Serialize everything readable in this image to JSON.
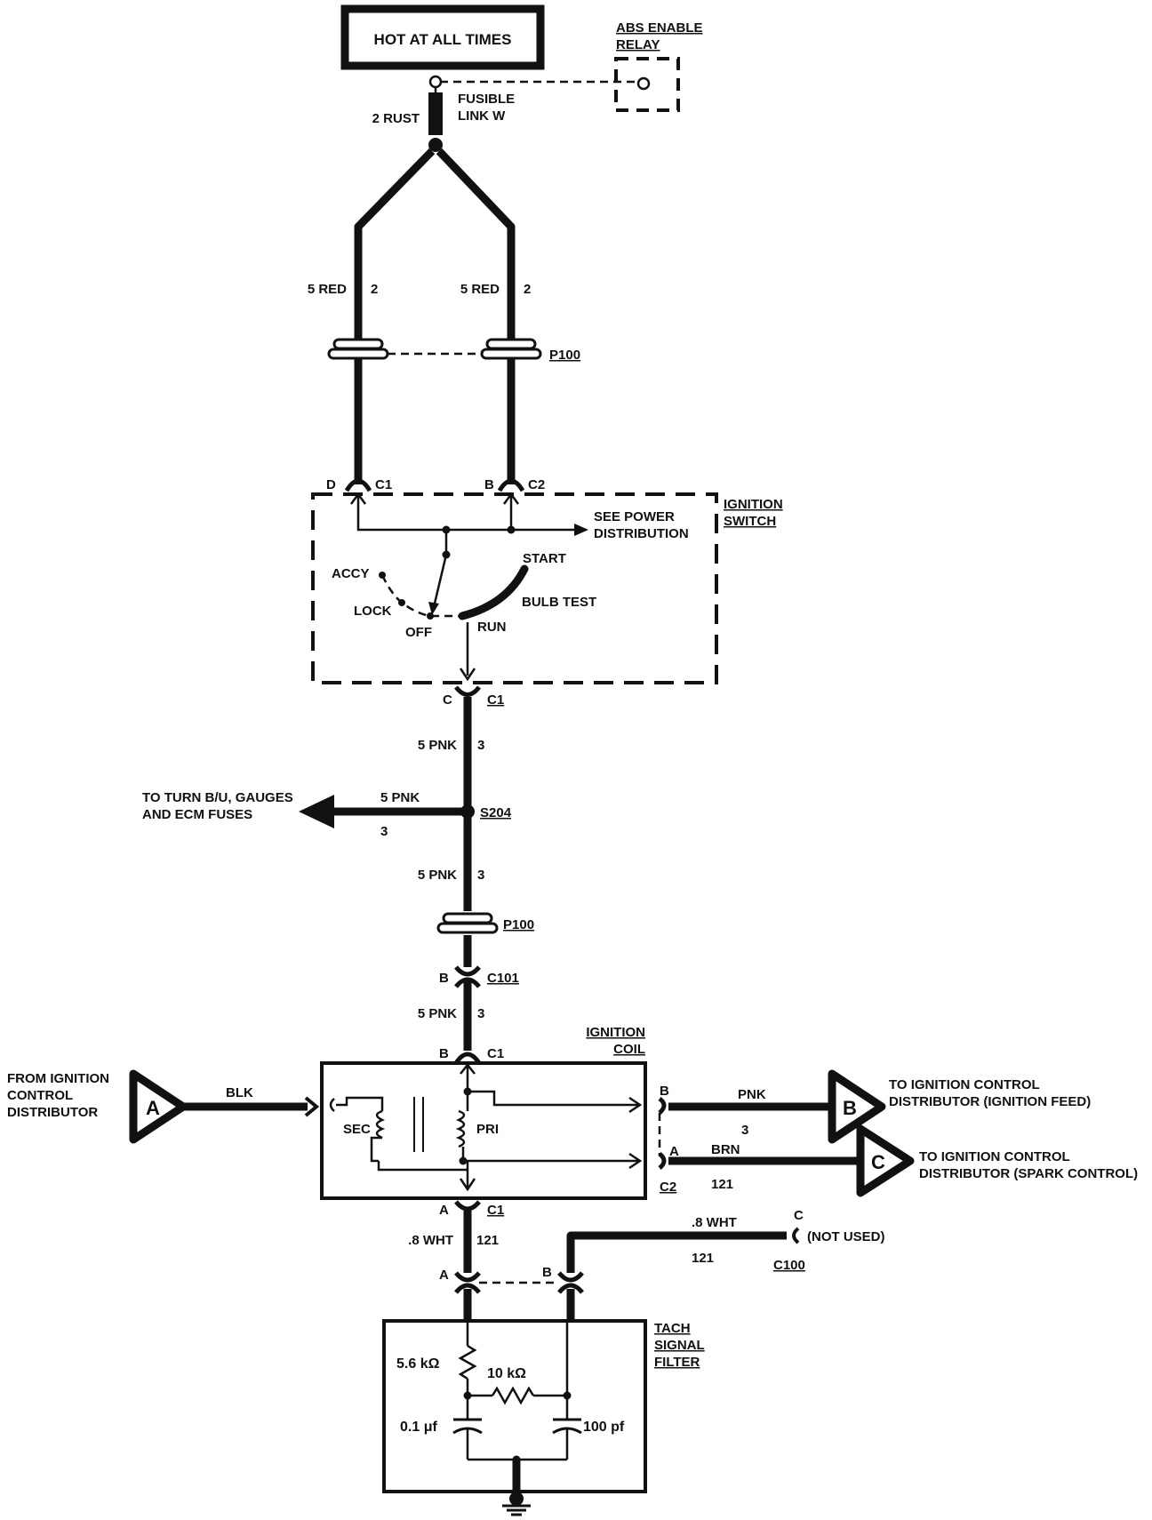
{
  "header": {
    "hot_label": "HOT AT ALL TIMES",
    "abs_relay": [
      "ABS ENABLE",
      "RELAY"
    ],
    "fusible_link": [
      "FUSIBLE",
      "LINK W"
    ],
    "rust_wire": "2 RUST"
  },
  "upper_wires": {
    "left_wire": "5 RED",
    "left_circuit": "2",
    "right_wire": "5 RED",
    "right_circuit": "2",
    "connector_p100_top": "P100"
  },
  "ignition_switch": {
    "title": [
      "IGNITION",
      "SWITCH"
    ],
    "pin_d": "D",
    "conn_c1_top": "C1",
    "pin_b": "B",
    "conn_c2_top": "C2",
    "see_power": [
      "SEE POWER",
      "DISTRIBUTION"
    ],
    "accy": "ACCY",
    "lock": "LOCK",
    "off": "OFF",
    "run": "RUN",
    "start": "START",
    "bulb_test": "BULB TEST",
    "pin_c": "C",
    "conn_c1_bottom": "C1"
  },
  "middle_wires": {
    "wire_a": "5 PNK",
    "circuit_a": "3",
    "splice": "S204",
    "branch_wire": "5 PNK",
    "branch_circuit": "3",
    "branch_dest": [
      "TO TURN B/U, GAUGES",
      "AND ECM FUSES"
    ],
    "wire_b": "5 PNK",
    "circuit_b": "3",
    "connector_p100_mid": "P100",
    "pin_b_c101": "B",
    "conn_c101": "C101",
    "wire_c": "5 PNK",
    "circuit_c": "3"
  },
  "ignition_coil": {
    "title": [
      "IGNITION",
      "COIL"
    ],
    "pin_b_top": "B",
    "conn_c1_top": "C1",
    "sec": "SEC",
    "pri": "PRI",
    "from_dist": [
      "FROM IGNITION",
      "CONTROL",
      "DISTRIBUTOR"
    ],
    "marker_a": "A",
    "blk": "BLK",
    "pin_b_right": "B",
    "pnk": "PNK",
    "circuit_3": "3",
    "marker_b": "B",
    "to_feed": [
      "TO IGNITION CONTROL",
      "DISTRIBUTOR (IGNITION FEED)"
    ],
    "pin_a_right": "A",
    "brn": "BRN",
    "circuit_121": "121",
    "conn_c2": "C2",
    "marker_c": "C",
    "to_spark": [
      "TO IGNITION CONTROL",
      "DISTRIBUTOR (SPARK CONTROL)"
    ],
    "pin_a_bottom": "A",
    "conn_c1_bottom": "C1"
  },
  "lower_wires": {
    "wht_left": ".8 WHT",
    "wht_left_circuit": "121",
    "wht_right": ".8 WHT",
    "wht_right_circuit": "121",
    "pin_c": "C",
    "not_used": "(NOT USED)",
    "conn_c100": "C100",
    "filter_pin_a": "A",
    "filter_pin_b": "B"
  },
  "tach_filter": {
    "title": [
      "TACH",
      "SIGNAL",
      "FILTER"
    ],
    "r1": "5.6 kΩ",
    "r2": "10 kΩ",
    "c1": "0.1  μf",
    "c2": "100  pf"
  }
}
